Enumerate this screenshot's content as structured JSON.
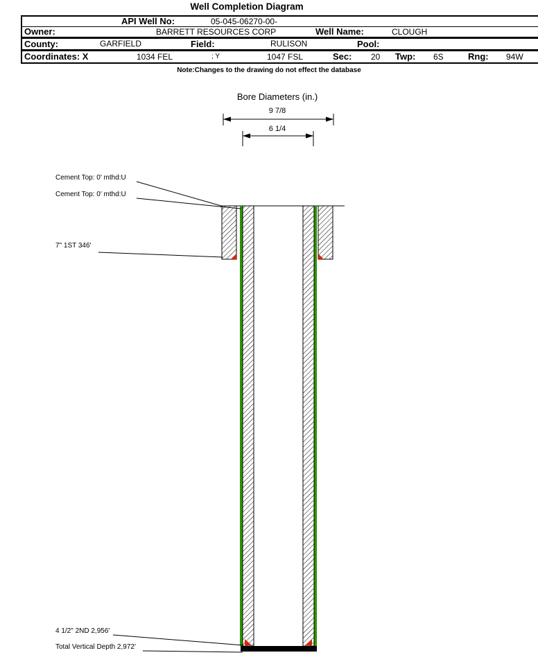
{
  "title": "Well Completion Diagram",
  "header": {
    "api": {
      "label": "API Well No:",
      "value": "05-045-06270-00-"
    },
    "owner": {
      "label": "Owner:",
      "value": "BARRETT RESOURCES CORP"
    },
    "well_name": {
      "label": "Well Name:",
      "value": "CLOUGH"
    },
    "county": {
      "label": "County:",
      "value": "GARFIELD"
    },
    "field": {
      "label": "Field:",
      "value": "RULISON"
    },
    "pool": {
      "label": "Pool:",
      "value": ""
    },
    "coordinates": {
      "label": "Coordinates: X",
      "x_value": "1034 FEL",
      "y_label": "; Y",
      "y_value": "1047 FSL"
    },
    "sec": {
      "label": "Sec:",
      "value": "20"
    },
    "twp": {
      "label": "Twp:",
      "value": "6S"
    },
    "rng": {
      "label": "Rng:",
      "value": "94W"
    }
  },
  "note": "Note:Changes to the drawing do not effect the database",
  "diagram": {
    "bore_title": "Bore Diameters (in.)",
    "outer_bore": "9 7/8",
    "inner_bore": "6 1/4",
    "cement_top_1": "Cement Top: 0' mthd:U",
    "cement_top_2": "Cement Top: 0' mthd:U",
    "surface_casing": "7\" 1ST 346'",
    "production_casing": "4 1/2\" 2ND 2,956'",
    "total_depth": "Total Vertical Depth 2,972'",
    "colors": {
      "cement_green": "#2e9400",
      "shoe_red": "#dd2200",
      "line": "#000000"
    }
  }
}
